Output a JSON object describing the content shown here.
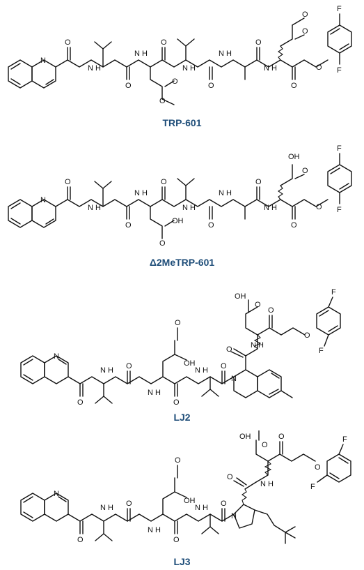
{
  "compounds": [
    {
      "id": "trp601",
      "label": "TRP-601",
      "atoms": {
        "N": "N",
        "O": "O",
        "F": "F",
        "NH": "N H",
        "H": "H"
      }
    },
    {
      "id": "d2metrp601",
      "label": "Δ2MeTRP-601",
      "atoms": {
        "OH": "OH"
      }
    },
    {
      "id": "lj2",
      "label": "LJ2",
      "atoms": {
        "OH": "OH"
      }
    },
    {
      "id": "lj3",
      "label": "LJ3",
      "atoms": {
        "OH": "OH"
      }
    }
  ],
  "colors": {
    "caption": "#1f4e79",
    "bond": "#111111"
  }
}
